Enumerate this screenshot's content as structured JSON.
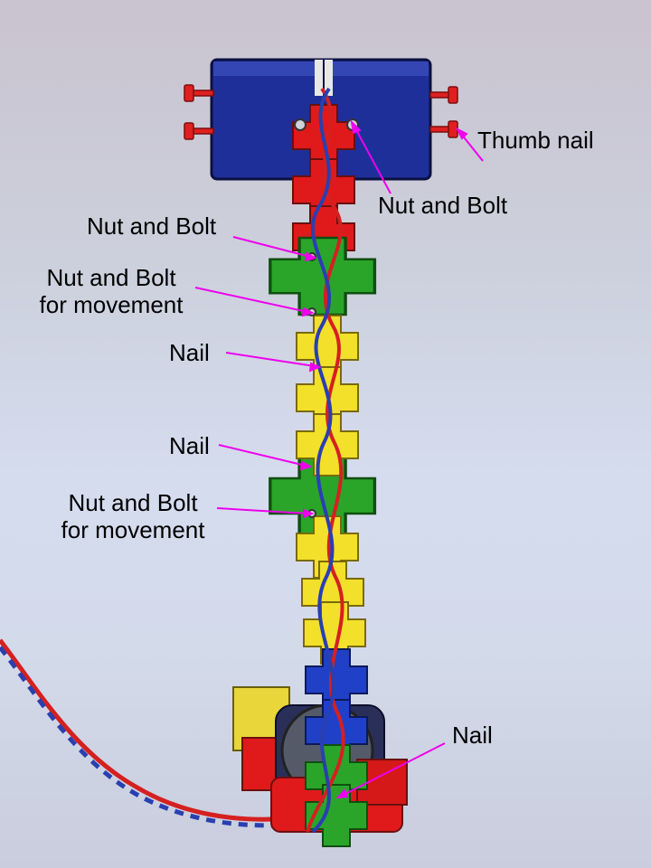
{
  "labels": {
    "thumb_nail": "Thumb nail",
    "nut_bolt_top": "Nut and Bolt",
    "nut_bolt_left": "Nut and Bolt",
    "nut_bolt_move_1": {
      "line1": "Nut and Bolt",
      "line2": "for movement"
    },
    "nail_1": "Nail",
    "nail_2": "Nail",
    "nut_bolt_move_2": {
      "line1": "Nut and Bolt",
      "line2": "for movement"
    },
    "nail_bottom": "Nail"
  },
  "colors": {
    "leader": "#ee00ee",
    "head_block": "#1f2f9a",
    "red_piece": "#e01a1a",
    "green_piece": "#2aa52a",
    "yellow_piece": "#f2e02a",
    "blue_piece": "#2040c8",
    "cable_red": "#d52020",
    "cable_blue": "#2a3fb0"
  }
}
